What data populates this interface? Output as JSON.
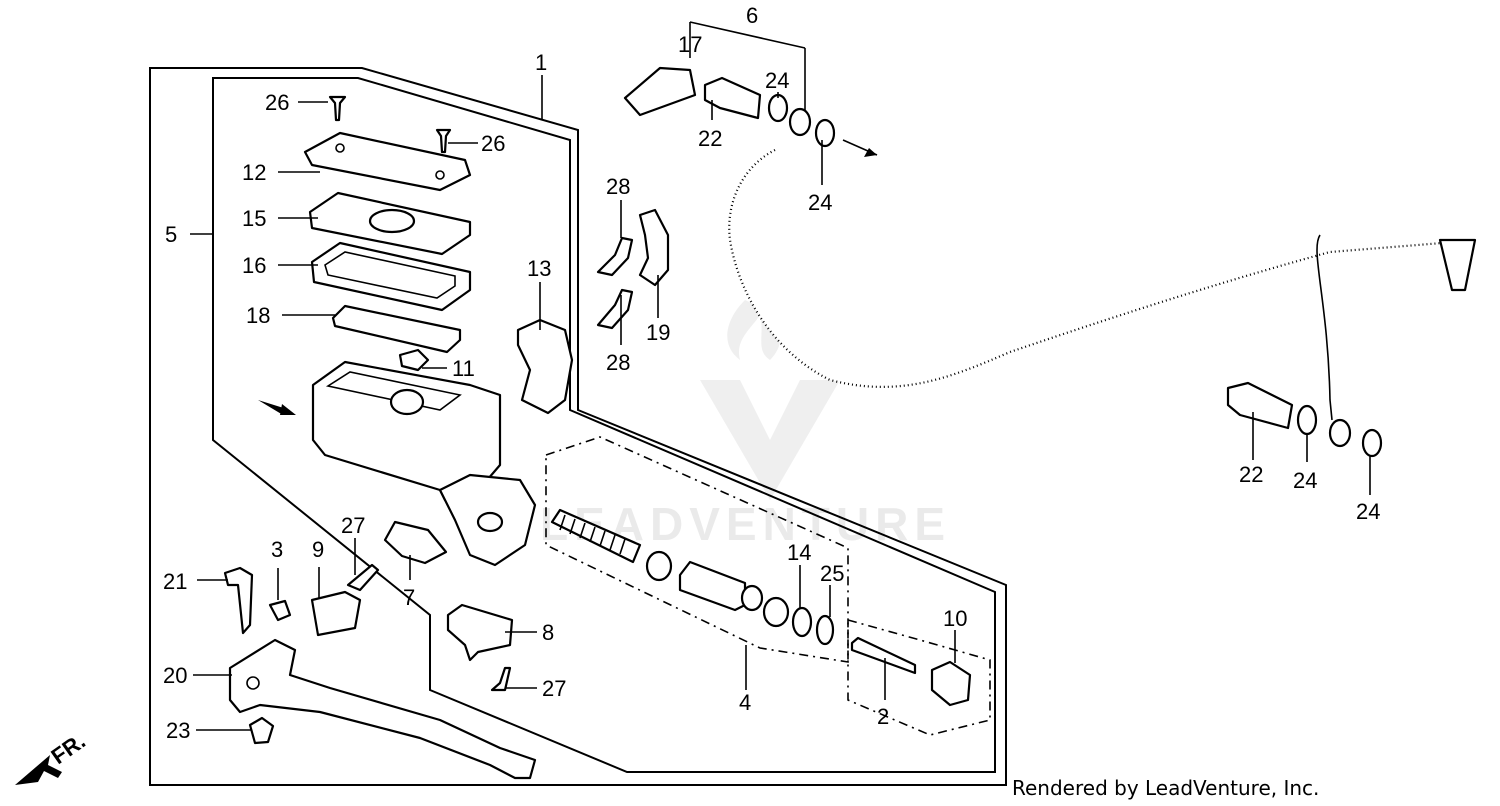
{
  "diagram": {
    "credit": "Rendered by LeadVenture, Inc.",
    "watermark": "LEADVENTURE",
    "front_marker": "FR.",
    "callouts": {
      "c1": "1",
      "c2": "2",
      "c3": "3",
      "c4": "4",
      "c5": "5",
      "c6": "6",
      "c7": "7",
      "c8": "8",
      "c9": "9",
      "c10": "10",
      "c11": "11",
      "c12": "12",
      "c13": "13",
      "c14": "14",
      "c15": "15",
      "c16": "16",
      "c17": "17",
      "c18": "18",
      "c19": "19",
      "c20": "20",
      "c21": "21",
      "c22a": "22",
      "c22b": "22",
      "c23": "23",
      "c24a": "24",
      "c24b": "24",
      "c24c": "24",
      "c24d": "24",
      "c25": "25",
      "c26a": "26",
      "c26b": "26",
      "c27a": "27",
      "c27b": "27",
      "c28a": "28",
      "c28b": "28"
    }
  }
}
